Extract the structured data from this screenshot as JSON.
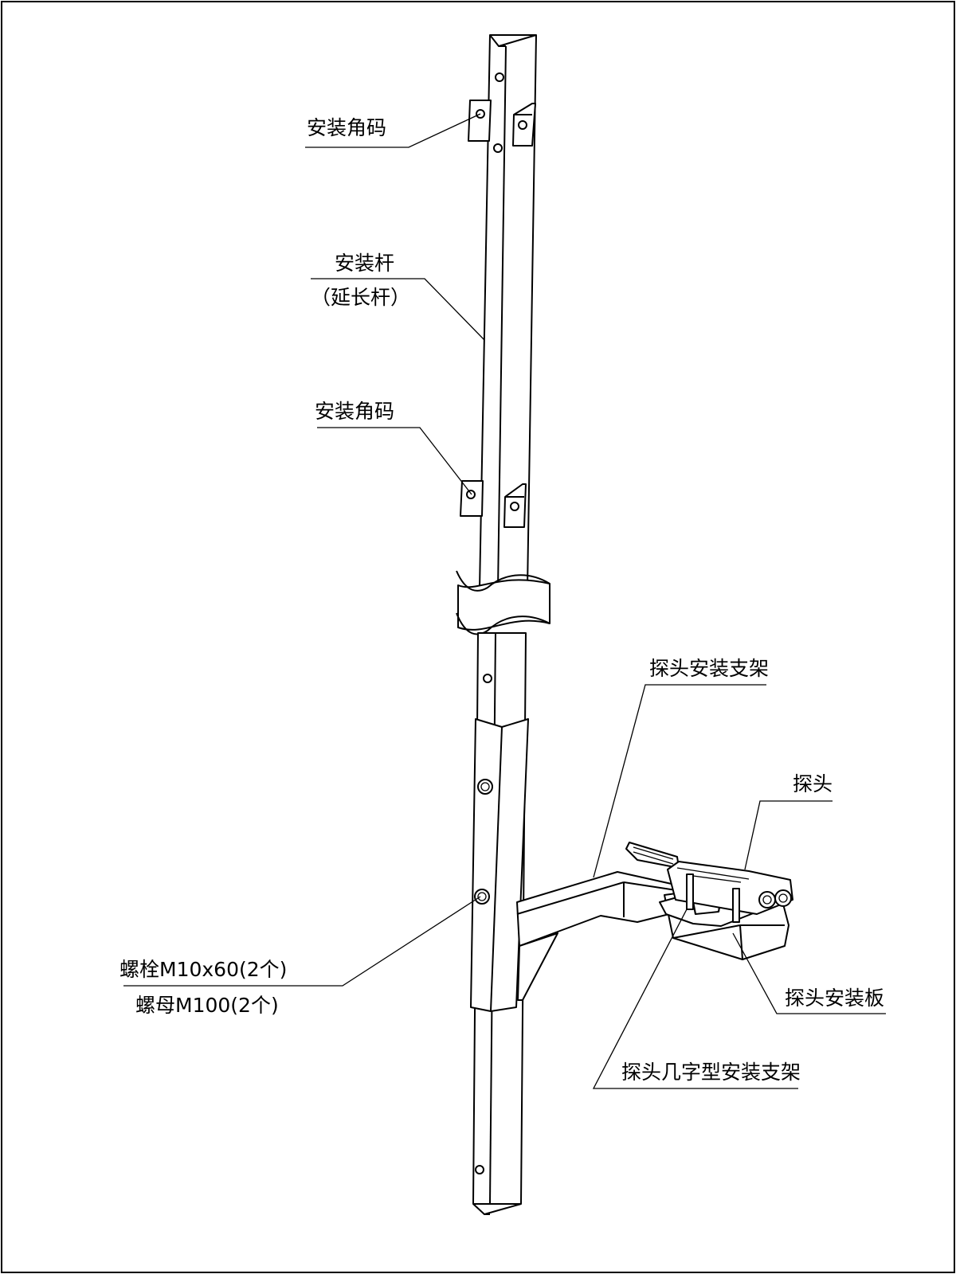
{
  "labels": {
    "bracket_top": "安装角码",
    "pole": "安装杆",
    "pole_note": "（延长杆）",
    "bracket_mid": "安装角码",
    "probe_bracket": "探头安装支架",
    "probe": "探头",
    "bolt": "螺栓M10x60(2个)",
    "nut": "螺母M100(2个)",
    "probe_plate": "探头安装板",
    "omega_bracket": "探头几字型安装支架"
  }
}
